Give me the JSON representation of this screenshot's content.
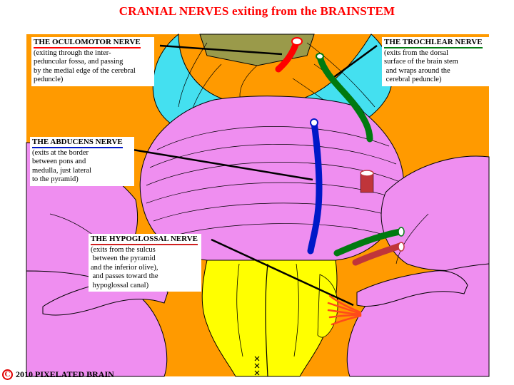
{
  "title": "CRANIAL NERVES exiting from the BRAINSTEM",
  "colors": {
    "background_orange": "#ff9a00",
    "brainstem_pink": "#ef8ef0",
    "midbrain_cyan": "#44e0f0",
    "medulla_yellow": "#ffff00",
    "oculomotor_red": "#ff0000",
    "trochlear_green": "#007a10",
    "abducens_blue": "#0018c8",
    "hypoglossal_darkred": "#c0353a"
  },
  "labels": {
    "oculomotor": {
      "heading": "THE OCULOMOTOR NERVE",
      "body": "(exiting through the inter-\npeduncular fossa, and passing\nby the medial edge of the cerebral\npeduncle)",
      "underline_color": "#ff0000"
    },
    "trochlear": {
      "heading": "THE TROCHLEAR NERVE",
      "body": "(exits from the dorsal\nsurface of the brain stem\n and wraps around the\n cerebral peduncle)",
      "underline_color": "#007a10"
    },
    "abducens": {
      "heading": "THE ABDUCENS NERVE",
      "body": "(exits at the border\nbetween pons and\nmedulla, just lateral\nto the pyramid)",
      "underline_color": "#0018c8"
    },
    "hypoglossal": {
      "heading": "THE HYPOGLOSSAL NERVE",
      "body": "(exits from the sulcus\n between the pyramid\nand the inferior olive),\n and passes toward the\n hypoglossal canal)",
      "underline_color": "#d02020"
    }
  },
  "copyright": {
    "symbol": "C",
    "text": "2010  PIXELATED BRAIN"
  }
}
